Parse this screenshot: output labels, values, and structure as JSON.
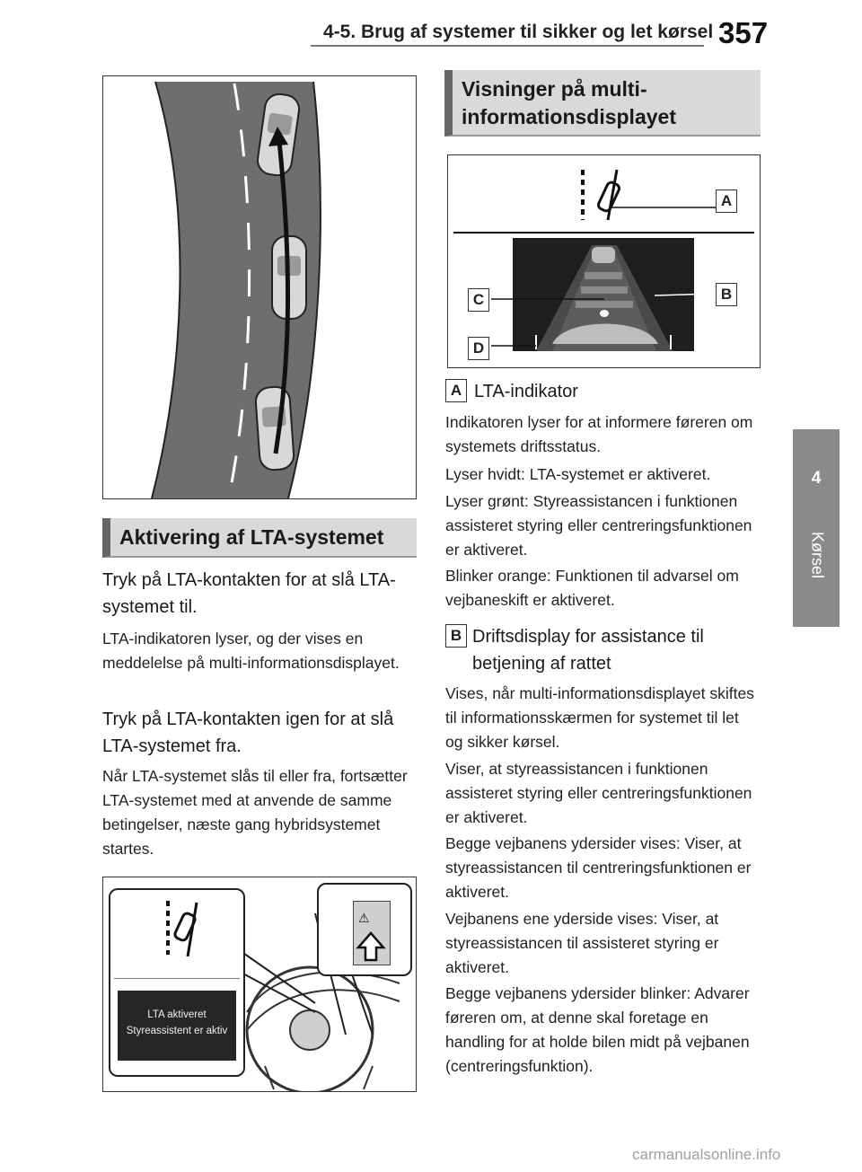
{
  "header": {
    "title": "4-5. Brug af systemer til sikker og let kørsel",
    "page_number": "357"
  },
  "side_tab": {
    "number": "4",
    "label": "Kørsel"
  },
  "left": {
    "section_title": "Aktivering af LTA-systemet",
    "step1": "Tryk på LTA-kontakten for at slå LTA-systemet til.",
    "body1": "LTA-indikatoren lyser, og der vises en meddelelse på multi-informationsdis­playet.",
    "step2": "Tryk på LTA-kontakten igen for at slå LTA-systemet fra.",
    "body2": "Når LTA-systemet slås til eller fra, fort­sætter LTA-systemet med at anvende de samme betingelser, næste gang hy­bridsystemet startes.",
    "dashboard_fig": {
      "display_line1": "LTA aktiveret",
      "display_line2": "Styreassistent er aktiv"
    }
  },
  "right": {
    "section_title_line1": "Visninger på multi-",
    "section_title_line2": "informationsdisplayet",
    "callouts": {
      "a": "A",
      "b": "B",
      "c": "C",
      "d": "D"
    },
    "item_a": {
      "letter": "A",
      "heading": "LTA-indikator",
      "p1": "Indikatoren lyser for at informere føre­ren om systemets driftsstatus.",
      "p2": "Lyser hvidt: LTA-systemet er aktiveret.",
      "p3": "Lyser grønt: Styreassistancen i funktio­nen assisteret styring eller centrerings­funktionen er aktiveret.",
      "p4": "Blinker orange: Funktionen til advarsel om vejbaneskift er aktiveret."
    },
    "item_b": {
      "letter": "B",
      "heading": "Driftsdisplay for assistance til betjening af rattet",
      "p1": "Vises, når multi-informationsdisplayet skiftes til informationsskærmen for sy­stemet til let og sikker kørsel.",
      "p2": "Viser, at styreassistancen i funktionen assisteret styring eller centreringsfunk­tionen er aktiveret.",
      "p3": "Begge vejbanens ydersider vises: Vi­ser, at styreassistancen til centrerings­funktionen er aktiveret.",
      "p4": "Vejbanens ene yderside vises: Viser, at styreassistancen til assisteret styring er aktiveret.",
      "p5": "Begge vejbanens ydersider blinker: Ad­varer føreren om, at denne skal foreta­ge en handling for at holde bilen midt på vejbanen (centreringsfunktion)."
    }
  },
  "watermark": "carmanualsonline.info"
}
